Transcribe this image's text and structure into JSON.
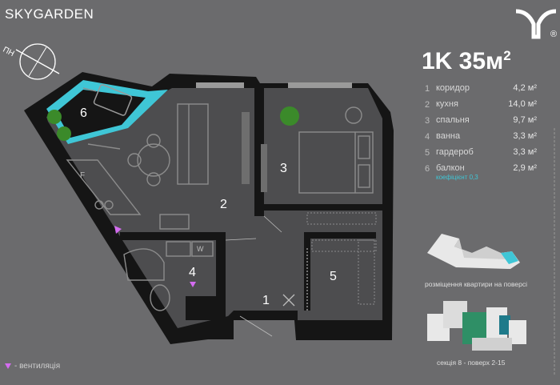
{
  "brand": "SKYGARDEN",
  "logo_mark": "®",
  "title": {
    "main": "1K 35м",
    "sup": "2"
  },
  "compass_label": "ПН",
  "rooms": [
    {
      "num": "1",
      "name": "коридор",
      "area": "4,2 м²"
    },
    {
      "num": "2",
      "name": "кухня",
      "area": "14,0 м²"
    },
    {
      "num": "3",
      "name": "спальня",
      "area": "9,7 м²"
    },
    {
      "num": "4",
      "name": "ванна",
      "area": "3,3 м²"
    },
    {
      "num": "5",
      "name": "гардероб",
      "area": "3,3 м²"
    },
    {
      "num": "6",
      "name": "балкон",
      "area": "2,9 м²"
    }
  ],
  "balcony_coefficient": "коефіцієнт 0,3",
  "plan_labels": {
    "r1": "1",
    "r2": "2",
    "r3": "3",
    "r4": "4",
    "r5": "5",
    "r6": "6",
    "fridge": "F",
    "washer": "W"
  },
  "floor_caption": "розміщення квартири на поверсі",
  "section_caption": "секція 8 - поверх 2-15",
  "legend_text": "- вентиляція",
  "colors": {
    "background": "#6b6b6d",
    "wall": "#151515",
    "floor": "#4d4d4f",
    "accent": "#3fc6d6",
    "vent": "#d46cf0",
    "plants": "#3b8a2a"
  }
}
